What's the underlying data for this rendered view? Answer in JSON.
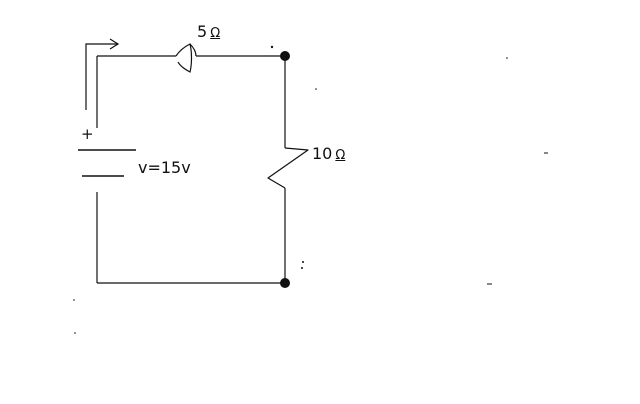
{
  "diagram": {
    "resistor_top": {
      "value_text": "5",
      "unit_glyph": "Ω"
    },
    "resistor_right": {
      "value_text": "10",
      "unit_glyph": "Ω"
    },
    "source": {
      "voltage_text": "v=15v",
      "polarity_text": "+"
    },
    "icons": {
      "current_arrow": "arrow-right-icon",
      "junction": "filled-dot-icon"
    },
    "colors": {
      "wire": "#111111",
      "background": "#ffffff"
    }
  }
}
